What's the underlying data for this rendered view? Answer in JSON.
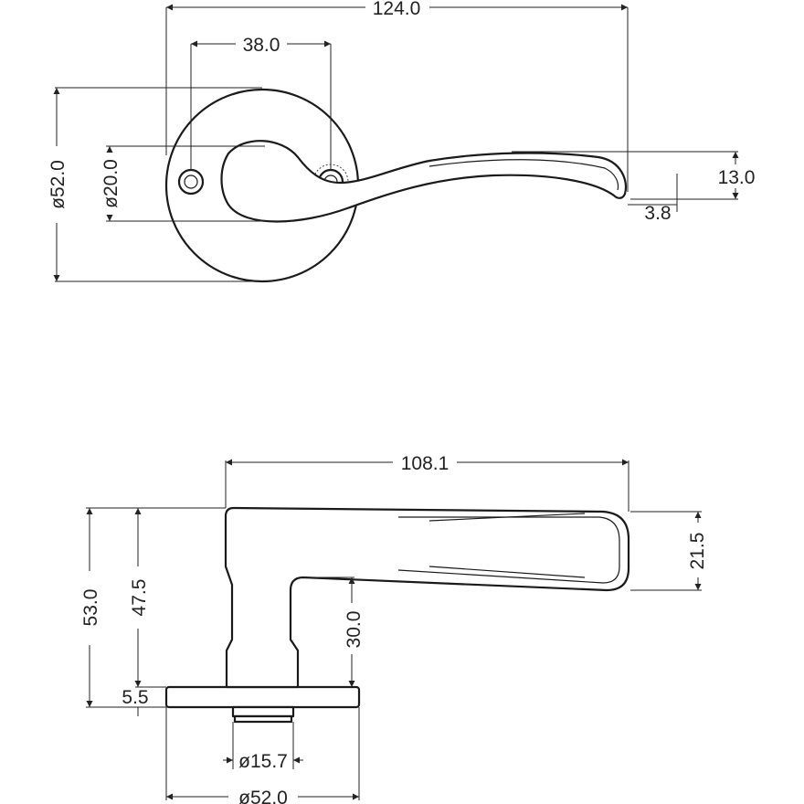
{
  "top_view": {
    "overall_length": "124.0",
    "hole_spacing": "38.0",
    "rose_diameter": "ø52.0",
    "spindle_diameter": "ø20.0",
    "tip_height": "13.0",
    "tip_thickness": "3.8"
  },
  "side_view": {
    "lever_length": "108.1",
    "lever_height": "21.5",
    "total_height": "53.0",
    "height_to_lever": "47.5",
    "neck_height": "30.0",
    "rose_thickness": "5.5",
    "spindle_diameter": "ø15.7",
    "rose_diameter": "ø52.0"
  }
}
